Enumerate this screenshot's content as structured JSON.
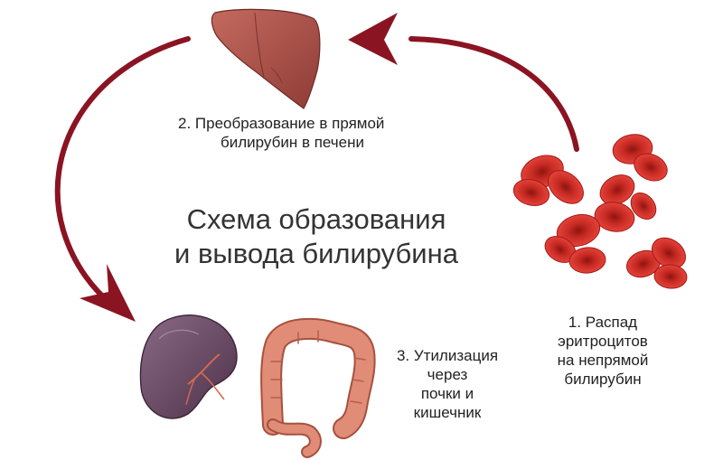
{
  "diagram": {
    "title": {
      "line1": "Схема образования",
      "line2": "и вывода билирубина"
    },
    "steps": [
      {
        "line1": "2. Преобразование в прямой",
        "line2": "билирубин в печени"
      },
      {
        "line1": "1. Распад",
        "line2": "эритроцитов",
        "line3": "на непрямой",
        "line4": "билирубин"
      },
      {
        "line1": "3. Утилизация",
        "line2": "через",
        "line3": "почки и",
        "line4": "кишечник"
      }
    ],
    "icons": [
      "liver-icon",
      "red-blood-cells-icon",
      "kidney-icon",
      "intestine-icon"
    ],
    "colors": {
      "arrow": "#8b1422",
      "liver": "#a8524a",
      "blood_cell": "#cc2b24",
      "kidney": "#6b4a66",
      "intestine": "#de8a76"
    }
  }
}
